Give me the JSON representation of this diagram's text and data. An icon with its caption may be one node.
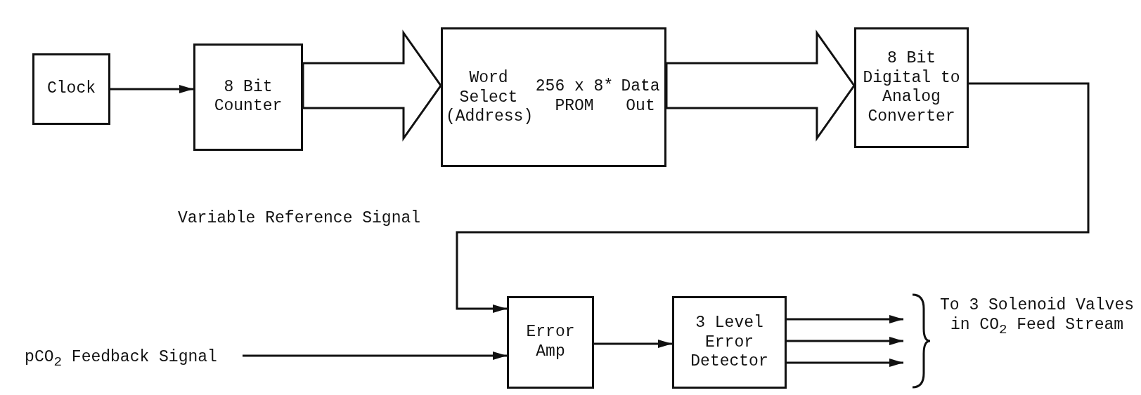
{
  "diagram": {
    "nodes": [
      {
        "text": [
          "Clock"
        ]
      },
      {
        "text": [
          "8 Bit Counter"
        ]
      },
      {
        "text": [
          "Word Select (Address)",
          "256 x 8* PROM",
          "Data Out"
        ]
      },
      {
        "text": [
          "8 Bit Digital to Analog Converter"
        ]
      },
      {
        "text": [
          "pCO$_{2}$ Feedback Signal"
        ]
      },
      {
        "text": [
          "Error Amp"
        ]
      },
      {
        "text": [
          "3 Level Error Detector"
        ]
      },
      {
        "text": [
          "To 3 Solenoid Valves in CO$_{2}$ Feed Stream"
        ]
      }
    ],
    "edges": [
      {
        "from": 0,
        "to": 1,
        "arrow": "to"
      },
      {
        "from": 1,
        "to": 2,
        "arrow": "to",
        "style": "thick"
      },
      {
        "from": 2,
        "to": 3,
        "arrow": "to",
        "style": "thick"
      },
      {
        "from": 3,
        "to": 5,
        "arrow": "to",
        "label": "Variable Reference Signal"
      },
      {
        "from": 4,
        "to": 5,
        "arrow": "to"
      },
      {
        "from": 5,
        "to": 6,
        "arrow": "to"
      },
      {
        "from": 6,
        "to": 7,
        "arrow": "to"
      },
      {
        "from": 6,
        "to": 7,
        "arrow": "to"
      },
      {
        "from": 6,
        "to": 7,
        "arrow": "to"
      }
    ]
  }
}
